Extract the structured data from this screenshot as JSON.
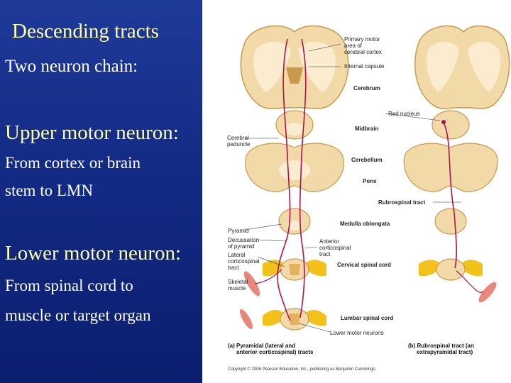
{
  "slide": {
    "title": "Descending tracts",
    "subtitle": "Two neuron chain:",
    "upper_heading": "Upper motor neuron:",
    "upper_body_line1": "From cortex or brain",
    "upper_body_line2": "stem to LMN",
    "lower_heading": "Lower motor neuron:",
    "lower_body_line1": "From spinal cord to",
    "lower_body_line2": "muscle or target organ"
  },
  "figure": {
    "labels": {
      "primary_motor_1": "Primary motor",
      "primary_motor_2": "area of",
      "primary_motor_3": "cerebral cortex",
      "internal_capsule": "Internal capsule",
      "cerebrum": "Cerebrum",
      "red_nucleus": "Red nucleus",
      "midbrain": "Midbrain",
      "cerebral_peduncle_1": "Cerebral",
      "cerebral_peduncle_2": "peduncle",
      "cerebellum": "Cerebellum",
      "pons": "Pons",
      "rubrospinal_tract": "Rubrospinal tract",
      "medulla_oblongata": "Medulla oblongata",
      "pyramid": "Pyramid",
      "decussation_1": "Decussation",
      "decussation_2": "of pyramid",
      "lateral_cst_1": "Lateral",
      "lateral_cst_2": "corticospinal",
      "lateral_cst_3": "tract",
      "anterior_cst_1": "Anterior",
      "anterior_cst_2": "corticospinal",
      "anterior_cst_3": "tract",
      "cervical_spinal_cord": "Cervical spinal cord",
      "skeletal_muscle_1": "Skeletal",
      "skeletal_muscle_2": "muscle",
      "lumbar_spinal_cord": "Lumbar spinal cord",
      "lower_motor_neurons": "Lower motor neurons"
    },
    "caption_a_1": "(a) Pyramidal (lateral and",
    "caption_a_2": "anterior corticospinal) tracts",
    "caption_b_1": "(b) Rubrospinal tract (an",
    "caption_b_2": "extrapyramidal tract)",
    "copyright": "Copyright © 2006 Pearson Education, Inc., publishing as Benjamin Cummings.",
    "colors": {
      "tissue": "#f1d9a8",
      "tissue_edge": "#c99a4e",
      "white_matter": "#fbeccf",
      "tract": "#b0124f",
      "muscle": "#e8887c",
      "nerve": "#f3c21a"
    }
  }
}
